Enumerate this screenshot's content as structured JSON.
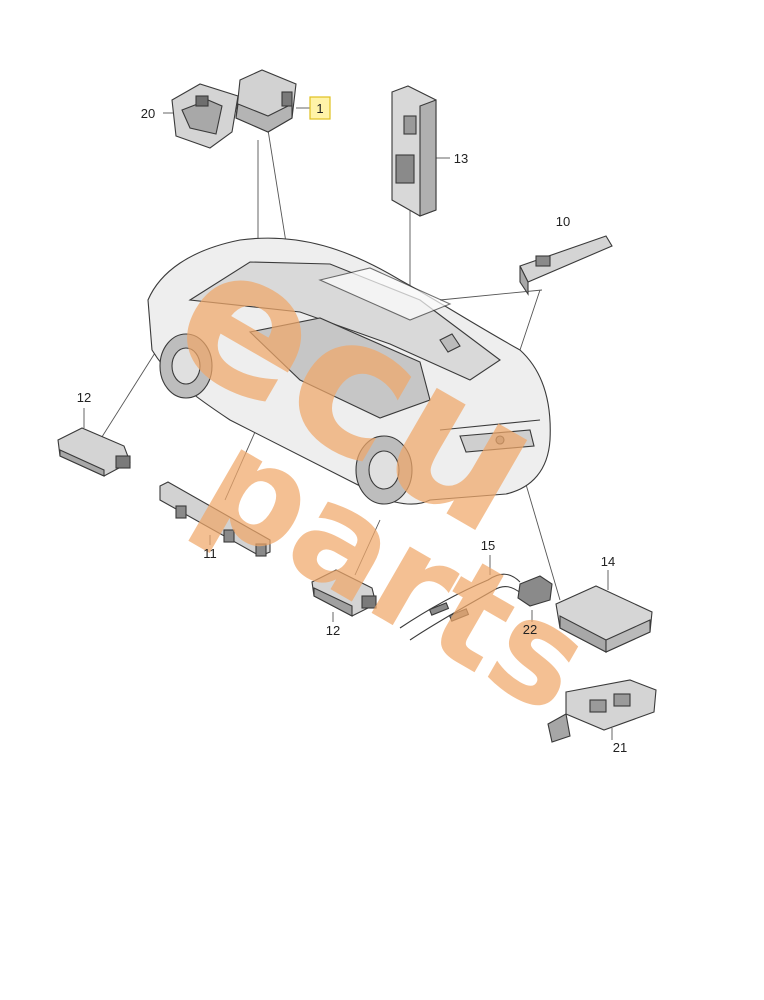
{
  "diagram": {
    "watermark": {
      "line1": "ecu",
      "line2": "parts",
      "color": "#f0a86a"
    },
    "callouts": [
      {
        "id": "c1",
        "label": "1",
        "highlighted": true
      },
      {
        "id": "c20",
        "label": "20"
      },
      {
        "id": "c13",
        "label": "13"
      },
      {
        "id": "c10",
        "label": "10"
      },
      {
        "id": "c12a",
        "label": "12"
      },
      {
        "id": "c11",
        "label": "11"
      },
      {
        "id": "c12b",
        "label": "12"
      },
      {
        "id": "c15",
        "label": "15"
      },
      {
        "id": "c22",
        "label": "22"
      },
      {
        "id": "c14",
        "label": "14"
      },
      {
        "id": "c21",
        "label": "21"
      }
    ],
    "colors": {
      "highlight_fill": "#fff3a8",
      "highlight_border": "#e0c020",
      "part_fill": "#c9c9c9",
      "part_dark": "#8d8d8d",
      "car_fill": "#ececec"
    }
  }
}
